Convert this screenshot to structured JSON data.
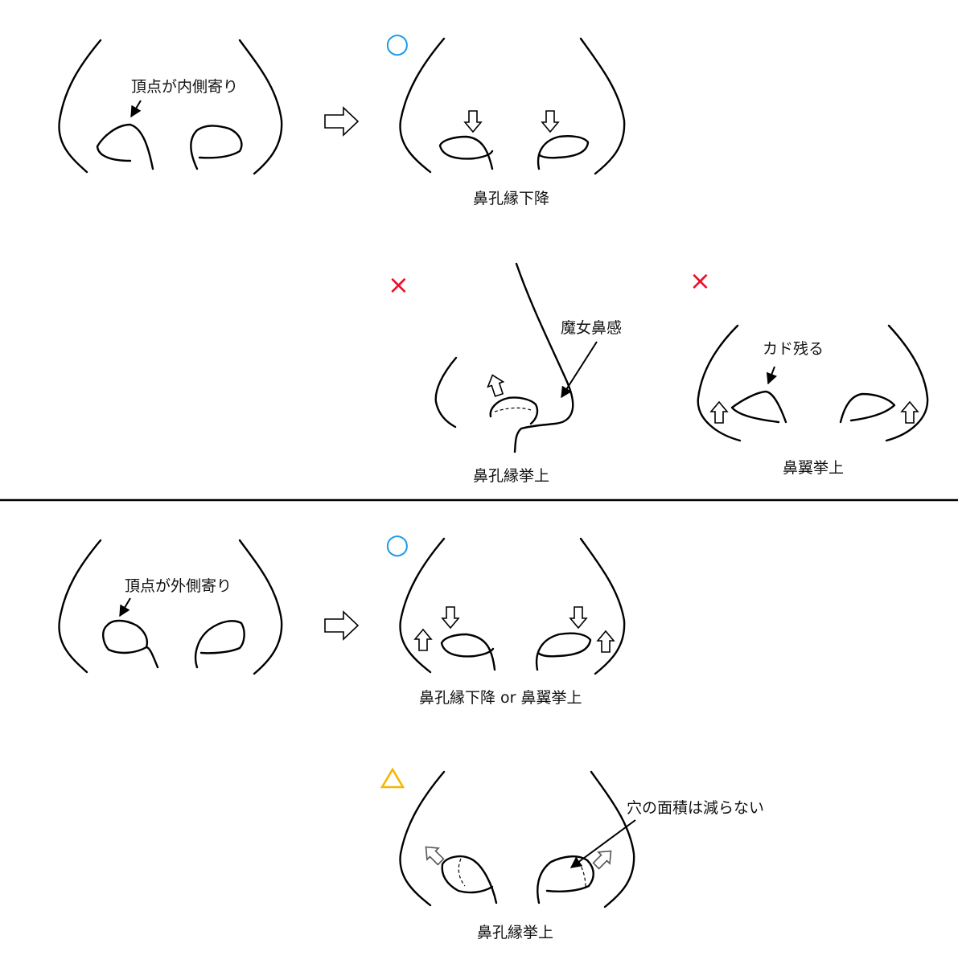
{
  "symbols": {
    "good": {
      "glyph": "○",
      "color": "#1a9be8"
    },
    "bad": {
      "glyph": "×",
      "color": "#e8102a"
    },
    "partial": {
      "glyph": "△",
      "color": "#f5b800"
    }
  },
  "section_top": {
    "annotation_apex_inner": "頂点が内側寄り",
    "caption_lower_rim": "鼻孔縁下降",
    "caption_raise_rim_side": "鼻孔縁挙上",
    "annotation_witch_nose": "魔女鼻感",
    "annotation_corner_remains": "カド残る",
    "caption_raise_wing": "鼻翼挙上"
  },
  "section_bottom": {
    "annotation_apex_outer": "頂点が外側寄り",
    "caption_lower_or_raise": "鼻孔縁下降 or 鼻翼挙上",
    "annotation_area_unchanged": "穴の面積は減らない",
    "caption_raise_rim": "鼻孔縁挙上"
  }
}
